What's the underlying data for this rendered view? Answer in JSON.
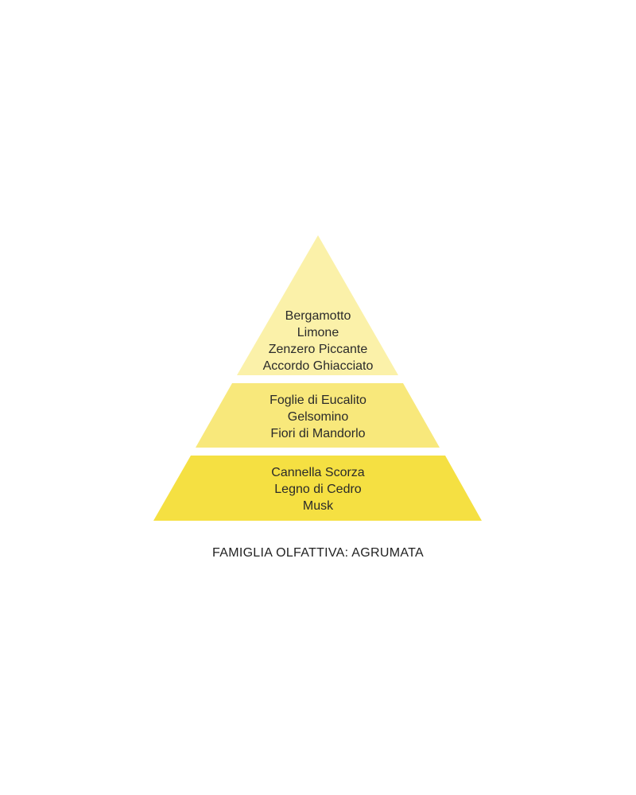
{
  "pyramid": {
    "tiers": [
      {
        "name": "top",
        "color": "#fbf1a9",
        "notes": [
          "Bergamotto",
          "Limone",
          "Zenzero Piccante",
          "Accordo Ghiacciato"
        ]
      },
      {
        "name": "heart",
        "color": "#f8e87b",
        "notes": [
          "Foglie di Eucalito",
          "Gelsomino",
          "Fiori di Mandorlo"
        ]
      },
      {
        "name": "base",
        "color": "#f5e042",
        "notes": [
          "Cannella Scorza",
          "Legno di Cedro",
          "Musk"
        ]
      }
    ]
  },
  "caption": "FAMIGLIA OLFATTIVA: AGRUMATA"
}
